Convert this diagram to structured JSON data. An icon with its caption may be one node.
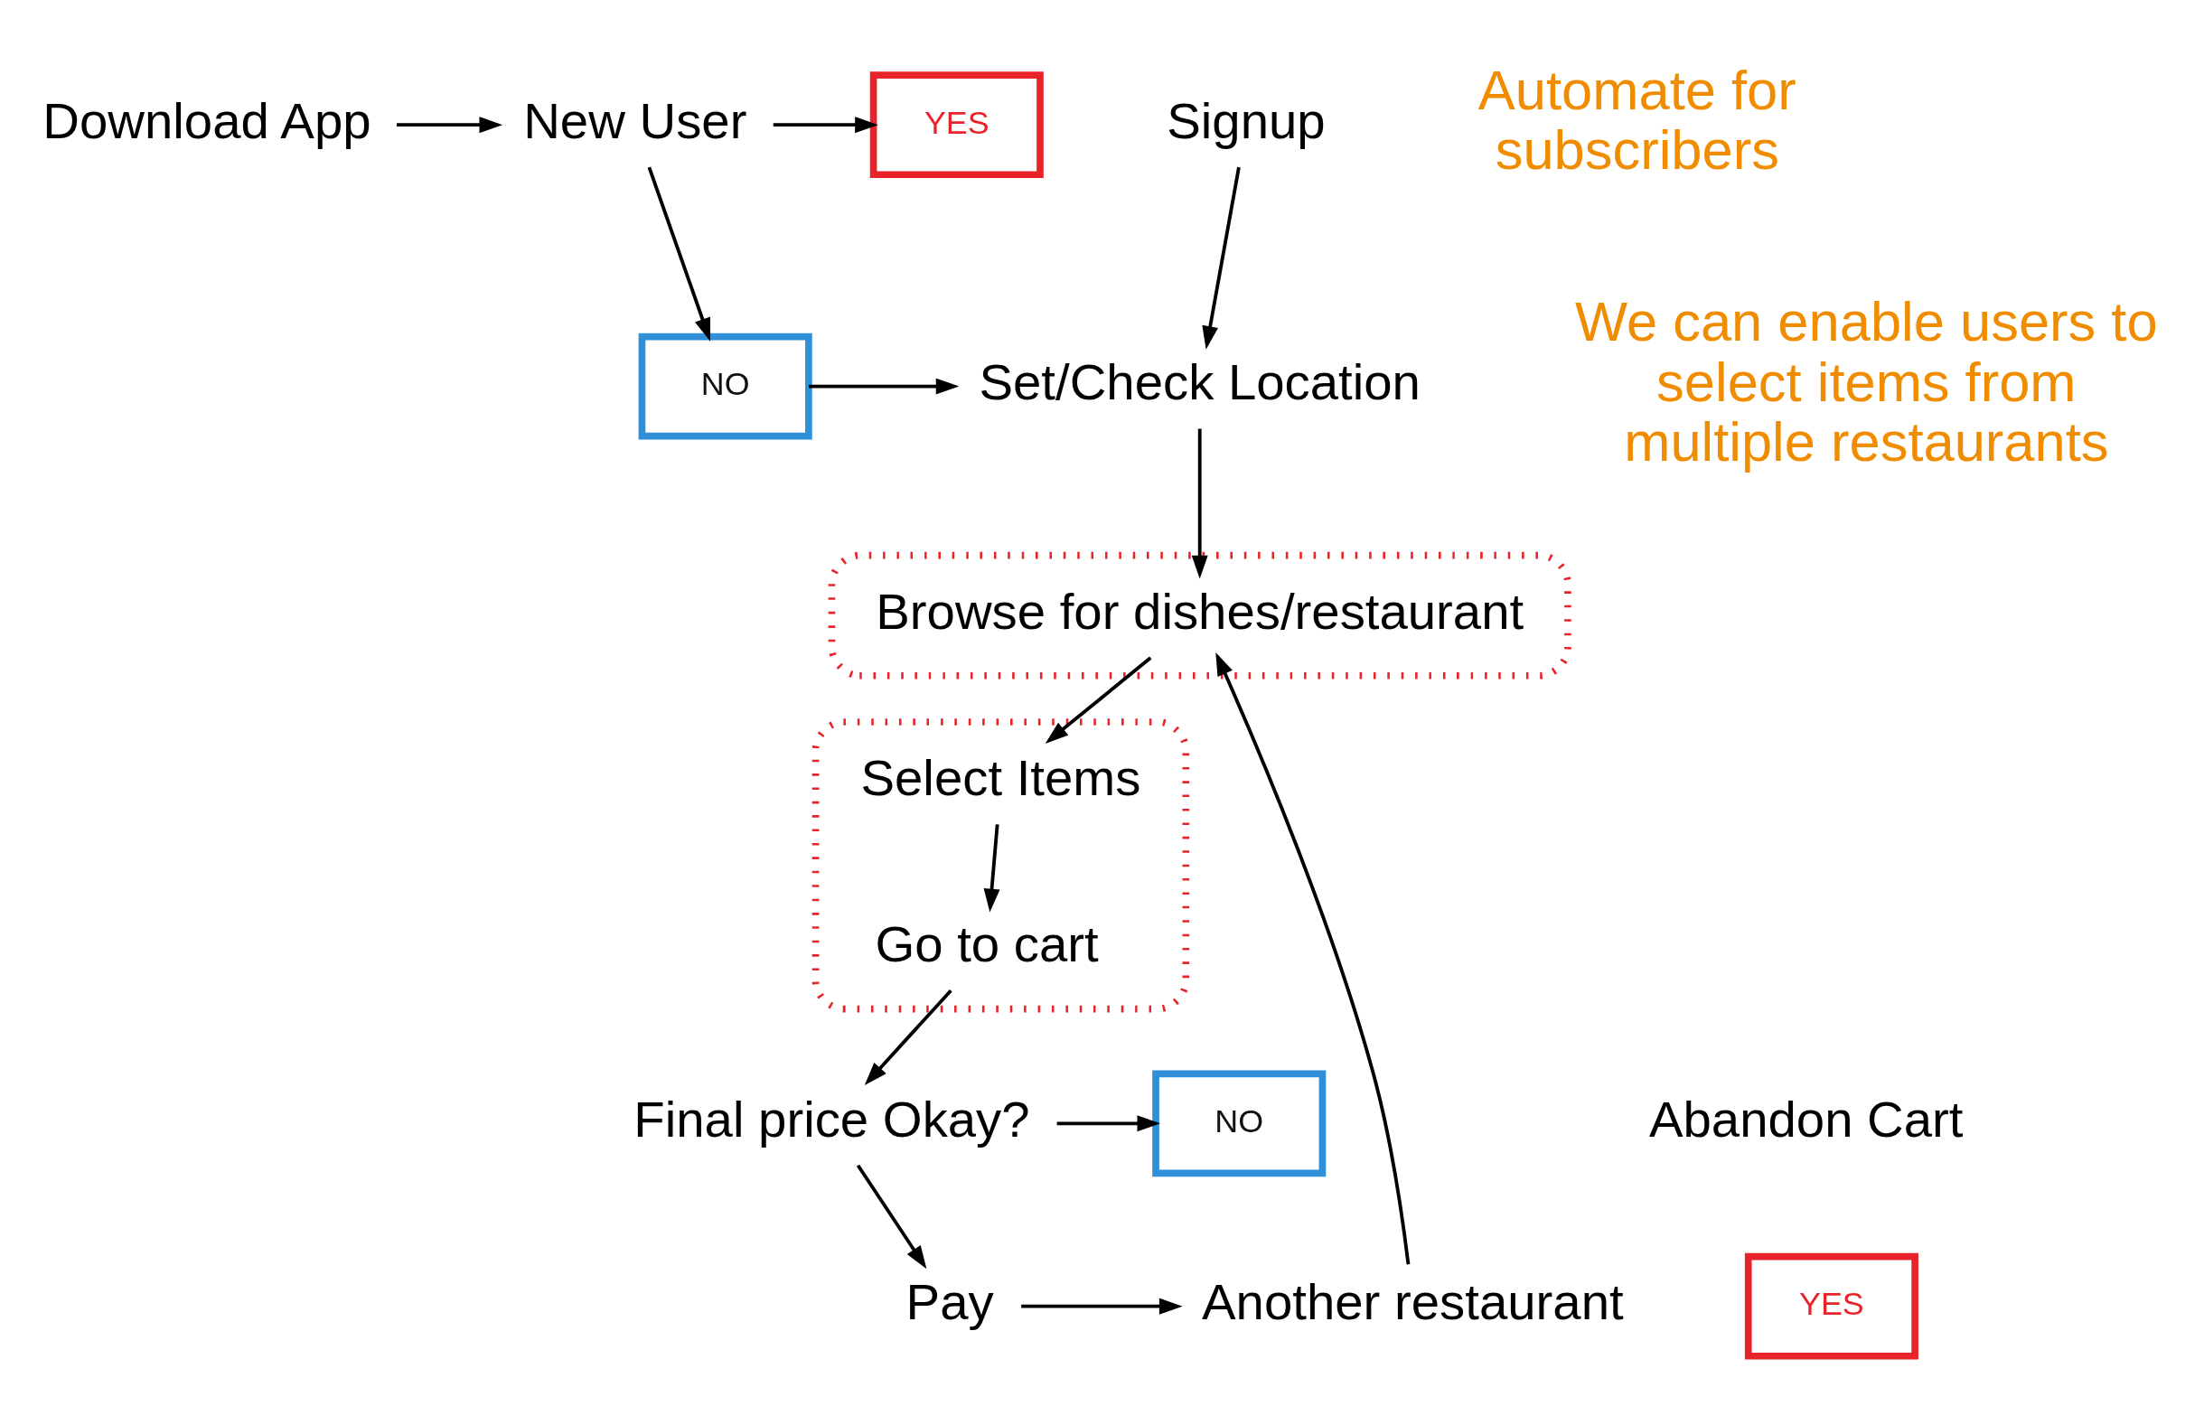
{
  "diagram": {
    "nodes": [
      {
        "text": [
          "Download App"
        ]
      },
      {
        "text": [
          "New User"
        ]
      },
      {
        "text": [
          "YES"
        ]
      },
      {
        "text": [
          "Signup"
        ]
      },
      {
        "text": [
          "NO"
        ]
      },
      {
        "text": [
          "Set/Check Location"
        ]
      },
      {
        "text": [],
        "shape": "box"
      },
      {
        "text": [
          "Browse for dishes/restaurant"
        ],
        "in": 6
      },
      {
        "text": [
          "Another restaurant"
        ]
      },
      {
        "text": [
          "YES"
        ]
      },
      {
        "text": [
          "Pay"
        ]
      },
      {
        "text": [],
        "shape": "box"
      },
      {
        "text": [
          "Select Items"
        ],
        "in": 11
      },
      {
        "text": [
          "Go to cart"
        ],
        "in": 11
      },
      {
        "text": [
          "Final price Okay?"
        ]
      },
      {
        "text": [
          "NO"
        ]
      },
      {
        "text": [
          "Abandon Cart"
        ]
      }
    ],
    "edges": [
      {
        "from": 0,
        "to": 1,
        "arrow": "to"
      },
      {
        "from": 1,
        "to": 2,
        "arrow": "to"
      },
      {
        "from": 1,
        "to": 4,
        "arrow": "to"
      },
      {
        "from": 3,
        "to": 5,
        "arrow": "to"
      },
      {
        "from": 4,
        "to": 5,
        "arrow": "to"
      },
      {
        "from": 5,
        "to": 7,
        "arrow": "to"
      },
      {
        "from": 7,
        "to": 12,
        "arrow": "to"
      },
      {
        "from": 12,
        "to": 13,
        "arrow": "to"
      },
      {
        "from": 13,
        "to": 14,
        "arrow": "to"
      },
      {
        "from": 14,
        "to": 15,
        "arrow": "to"
      },
      {
        "from": 14,
        "to": 10,
        "arrow": "to"
      },
      {
        "from": 10,
        "to": 8,
        "arrow": "to"
      },
      {
        "from": 8,
        "to": 7,
        "arrow": "to"
      }
    ],
    "labels": [
      "We can enable users to select items from multiple restaurants",
      "Automate for subscribers"
    ]
  }
}
